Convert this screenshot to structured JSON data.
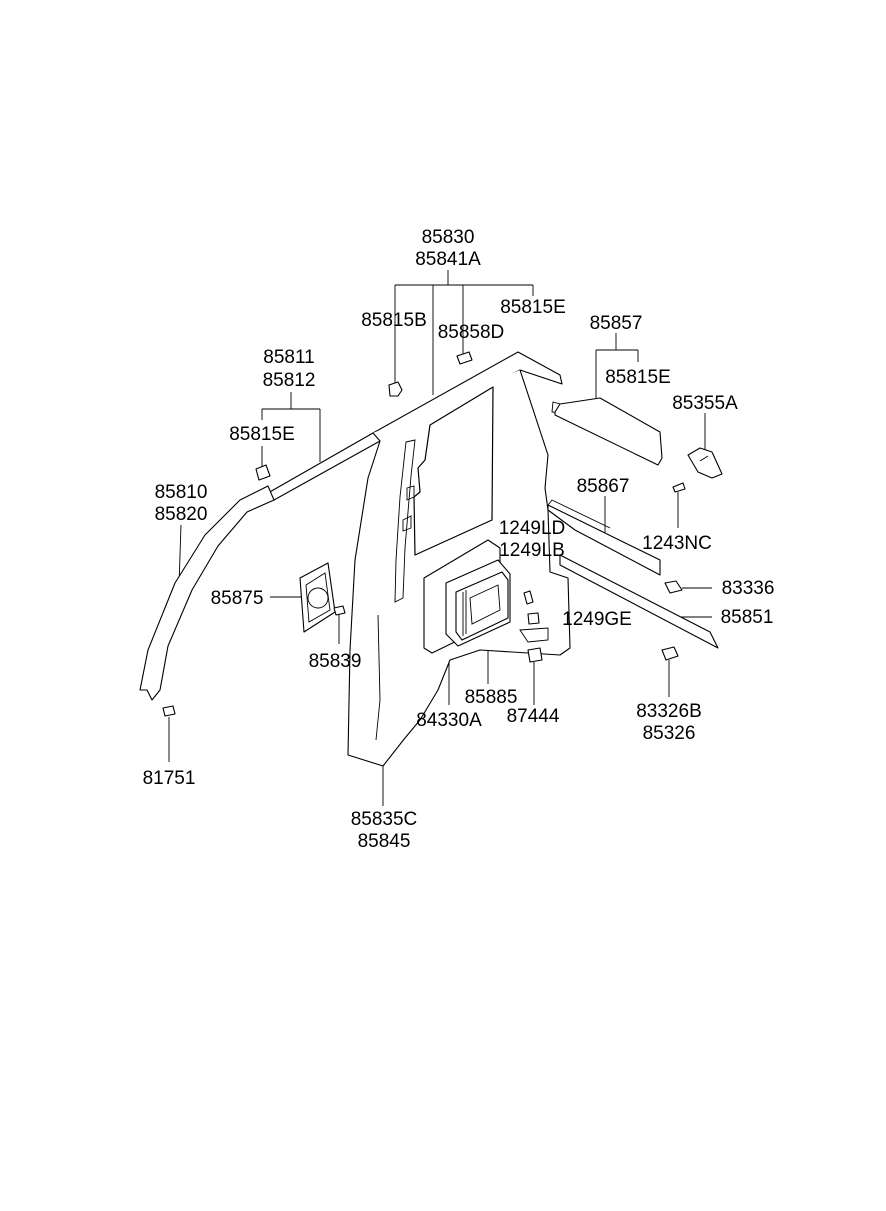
{
  "labels": {
    "p85830": "85830",
    "p85841a": "85841A",
    "p85815e_top": "85815E",
    "p85815b": "85815B",
    "p85858d": "85858D",
    "p85857": "85857",
    "p85815e_right": "85815E",
    "p85355a": "85355A",
    "p85811": "85811",
    "p85812": "85812",
    "p85815e_left": "85815E",
    "p85810": "85810",
    "p85820": "85820",
    "p85867": "85867",
    "p1243nc": "1243NC",
    "p1249ld": "1249LD",
    "p1249lb": "1249LB",
    "p83336": "83336",
    "p85851": "85851",
    "p1249ge": "1249GE",
    "p85875": "85875",
    "p85839": "85839",
    "p85885": "85885",
    "p87444": "87444",
    "p84330a": "84330A",
    "p83326b": "83326B",
    "p85326": "85326",
    "p81751": "81751",
    "p85835c": "85835C",
    "p85845": "85845"
  }
}
